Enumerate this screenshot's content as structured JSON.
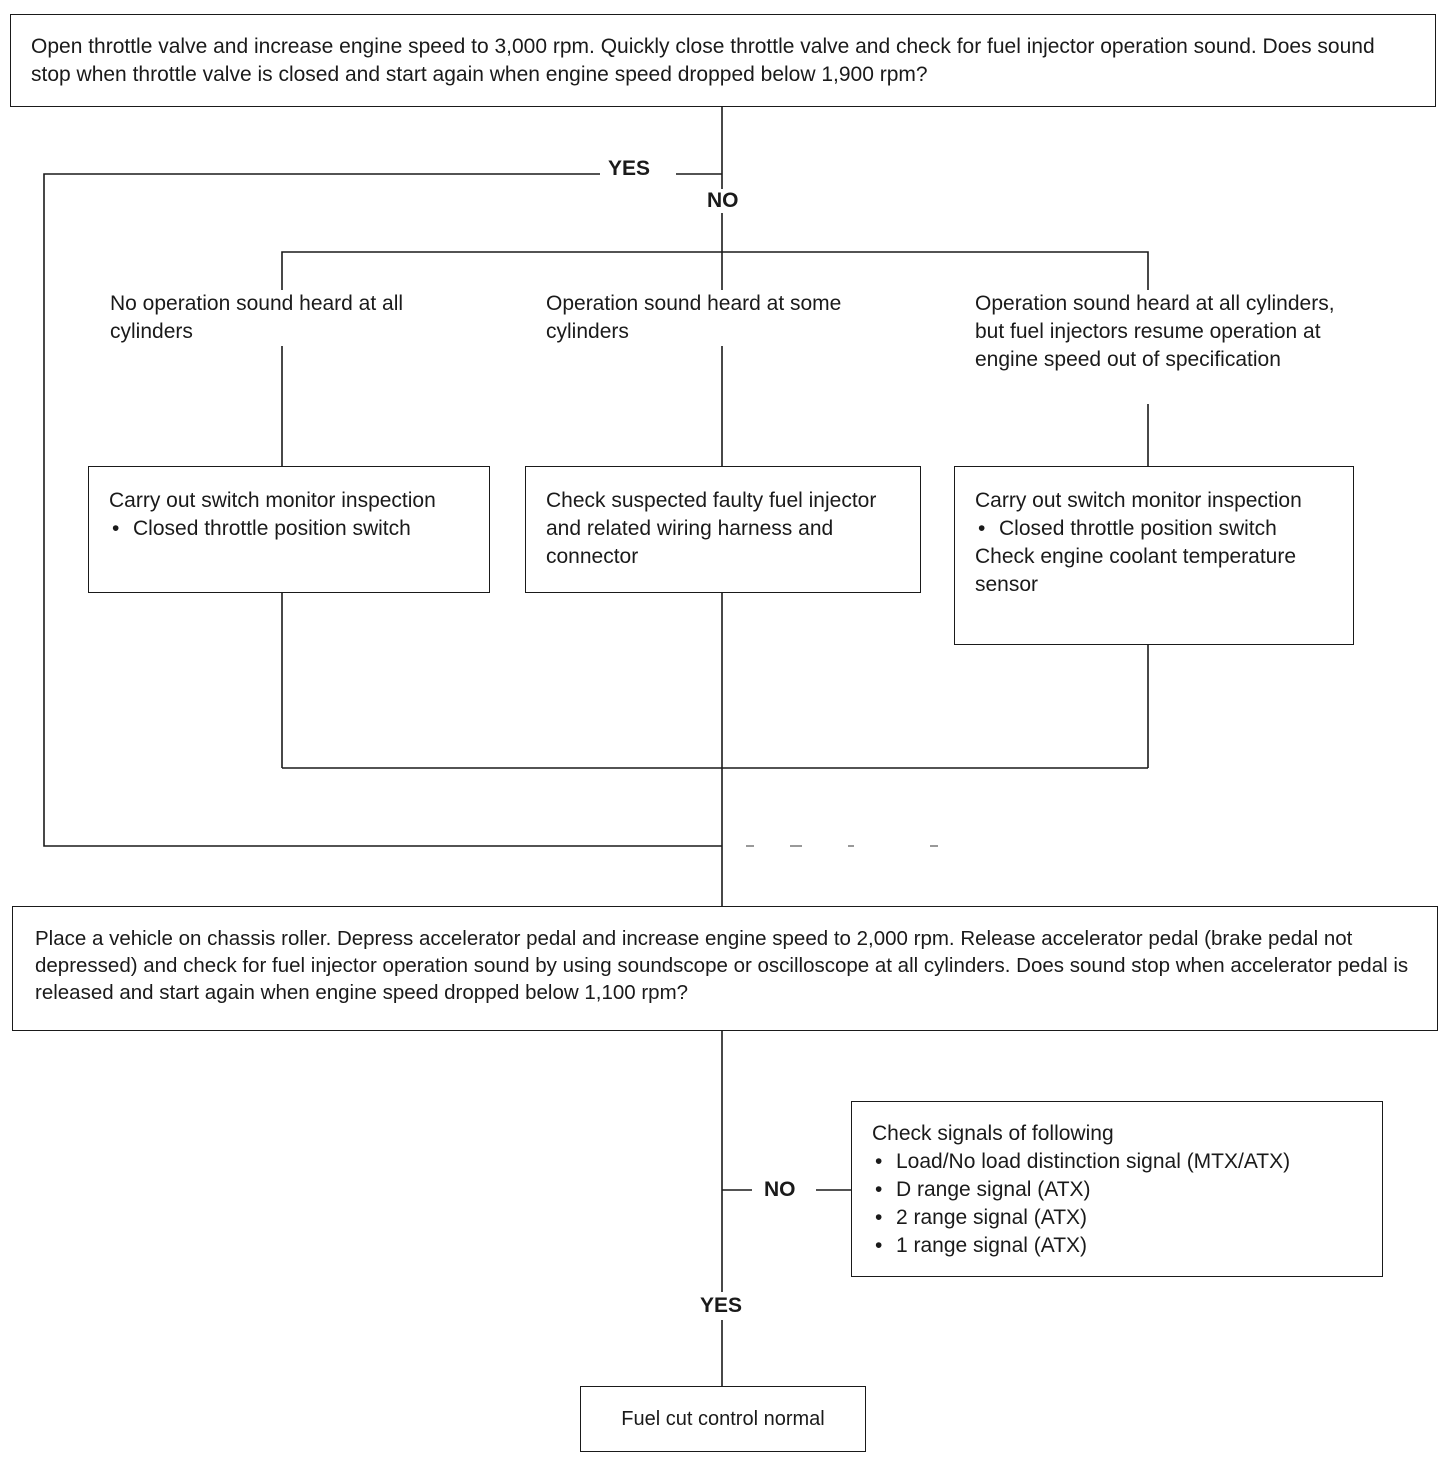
{
  "step1": {
    "question": "Open throttle valve and increase engine speed to 3,000 rpm. Quickly close throttle valve and check for fuel injector operation sound. Does sound stop when throttle valve is closed and start again when engine speed dropped below 1,900 rpm?",
    "yes_label": "YES",
    "no_label": "NO"
  },
  "branches": [
    {
      "condition": "No operation sound heard at all cylinders",
      "action_lines": [
        "Carry out switch monitor inspection"
      ],
      "action_bullets": [
        "Closed throttle position switch"
      ],
      "action_after": ""
    },
    {
      "condition": "Operation sound heard at some cylinders",
      "action_lines": [
        "Check suspected faulty fuel injector and related wiring harness and connector"
      ],
      "action_bullets": [],
      "action_after": ""
    },
    {
      "condition": "Operation sound heard at all cylinders, but fuel injectors resume operation at engine speed out of specification",
      "action_lines": [
        "Carry out switch monitor inspection"
      ],
      "action_bullets": [
        "Closed throttle position switch"
      ],
      "action_after": "Check engine coolant temperature sensor"
    }
  ],
  "step2": {
    "question": "Place a vehicle on chassis roller. Depress accelerator pedal and increase engine speed to 2,000 rpm. Release accelerator pedal (brake pedal not depressed) and check for fuel injector operation sound by using soundscope or oscilloscope at all cylinders. Does sound stop when accelerator pedal is released and start again when engine speed dropped below 1,100 rpm?",
    "no_label": "NO",
    "yes_label": "YES"
  },
  "check_signals": {
    "heading": "Check signals of following",
    "items": [
      "Load/No load distinction signal (MTX/ATX)",
      "D range signal (ATX)",
      "2 range signal (ATX)",
      "1 range signal (ATX)"
    ]
  },
  "result": "Fuel cut control normal"
}
